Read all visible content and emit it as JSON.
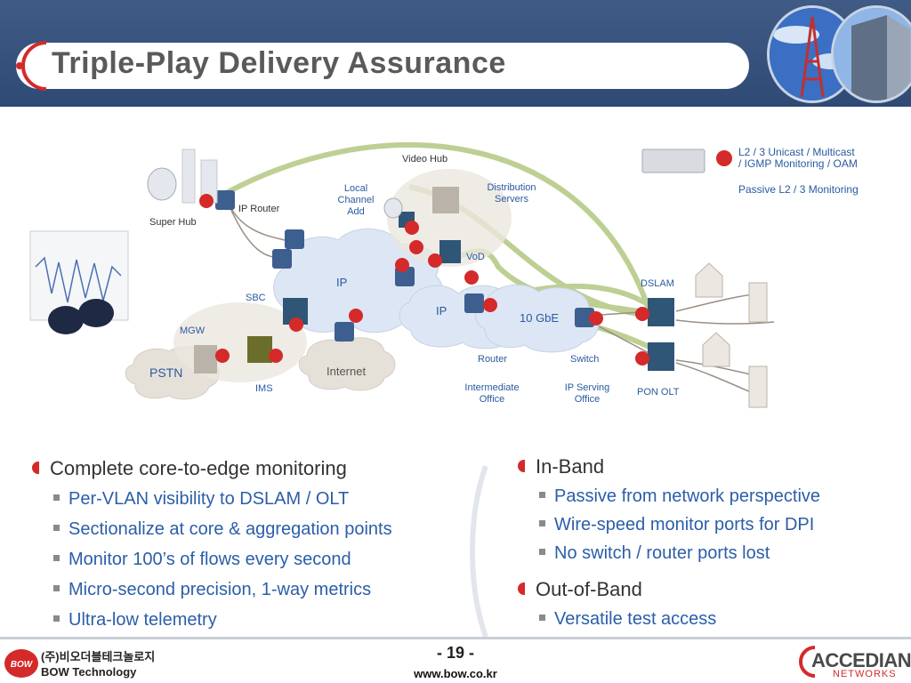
{
  "title": "Triple-Play Delivery Assurance",
  "diagram": {
    "labels": {
      "super_hub": "Super Hub",
      "ip_router": "IP Router",
      "video_hub": "Video Hub",
      "local_channel_add": "Local\nChannel\nAdd",
      "distribution_servers": "Distribution\nServers",
      "vod": "VoD",
      "ip_cloud_1": "IP",
      "ip_cloud_2": "IP",
      "ten_gbe": "10 GbE",
      "sbc": "SBC",
      "mgw": "MGW",
      "pstn": "PSTN",
      "ims": "IMS",
      "internet": "Internet",
      "router": "Router",
      "switch": "Switch",
      "intermediate_office": "Intermediate\nOffice",
      "ip_serving_office": "IP Serving\nOffice",
      "dslam": "DSLAM",
      "pon_olt": "PON OLT"
    },
    "legend": {
      "inline_monitoring": "L2 / 3 Unicast / Multicast\n/ IGMP Monitoring / OAM",
      "passive_monitoring": "Passive L2 / 3 Monitoring"
    }
  },
  "left_list": {
    "heading": "Complete core-to-edge monitoring",
    "items": [
      "Per-VLAN visibility to DSLAM / OLT",
      "Sectionalize at core & aggregation points",
      "Monitor 100’s of flows every second",
      "Micro-second precision, 1-way metrics",
      "Ultra-low telemetry"
    ]
  },
  "right_list": {
    "in_band_heading": "In-Band",
    "in_band_items": [
      "Passive from network perspective",
      "Wire-speed monitor ports for DPI",
      "No switch / router ports lost"
    ],
    "out_band_heading": "Out-of-Band",
    "out_band_items": [
      "Versatile test access"
    ]
  },
  "footer": {
    "page_number": "- 19 -",
    "website": "www.bow.co.kr",
    "left_logo_mark": "BOW",
    "left_company_korean": "(주)비오더블테크놀로지",
    "left_company_english": "BOW Technology",
    "right_logo_main": "ACCEDIAN",
    "right_logo_sub": "NETWORKS"
  },
  "colors": {
    "header_blue": "#2f4a75",
    "accent_red": "#d42a2a",
    "list_blue": "#2b5ea8",
    "path_green": "#a8c070"
  }
}
